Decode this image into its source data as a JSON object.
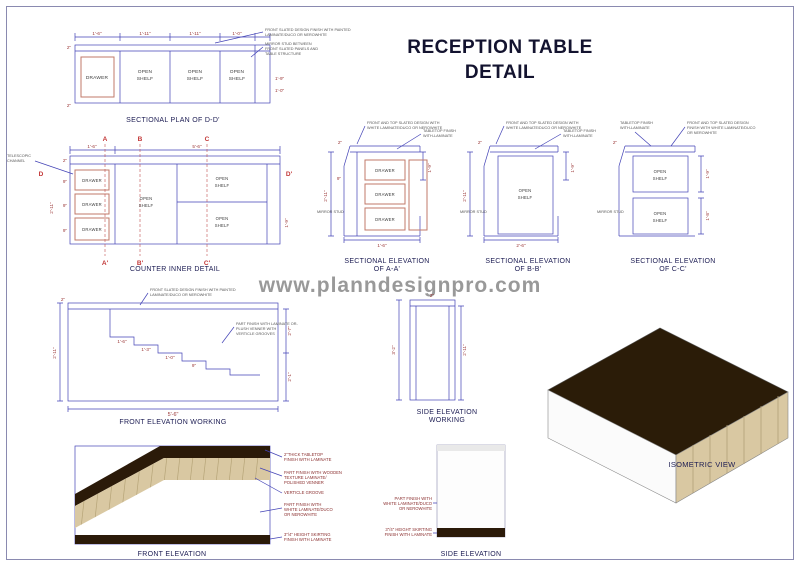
{
  "title": {
    "line1": "RECEPTION TABLE",
    "line2": "DETAIL"
  },
  "watermark": "www.planndesignpro.com",
  "colors": {
    "line_blue": "#4343b6",
    "accent_red": "#c07a6a",
    "dim_red": "#9a3535",
    "brown_dark": "#2b1a09",
    "tan": "#d9c8a2"
  },
  "terms": {
    "drawer": "DRAWER",
    "open": "OPEN",
    "shelf": "SHELF"
  },
  "panel_labels": {
    "plan": "SECTIONAL PLAN OF D-D'",
    "counter": "COUNTER INNER DETAIL",
    "sectional_elevation": "SECTIONAL ELEVATION",
    "of_aa": "OF A-A'",
    "of_bb": "OF B-B'",
    "of_cc": "OF C-C'",
    "few": "FRONT ELEVATION WORKING",
    "side_elevation": "SIDE ELEVATION",
    "working": "WORKING",
    "front_elevation": "FRONT ELEVATION",
    "iso": "ISOMETRIC VIEW"
  },
  "markers": {
    "a": "A",
    "b": "B",
    "c": "C",
    "a1": "A'",
    "b1": "B'",
    "c1": "C'",
    "d": "D",
    "d1": "D'"
  },
  "notes": {
    "front_slated_1": "FRONT SLATED DESIGN FINISH WITH PAINTED",
    "front_slated_2": "LAMINATE/DUCO OR NEROWHITE",
    "mirror_stud_1": "MIRROR STUD BETWEEN",
    "mirror_stud_2": "FRONT SLATED PANELS AND",
    "mirror_stud_3": "TABLE STRUCTURE",
    "telescopic_1": "TELESCOPIC",
    "telescopic_2": "CHANNEL",
    "front_top_1": "FRONT AND TOP SLATED DESIGN WITH",
    "front_top_2": "WHITE LAMINATE/DUCO OR NEROWHITE",
    "front_top_f1": "FRONT AND TOP SLATED DESIGN",
    "front_top_f2": "FINISH WITH WHITE LAMINATE/DUCO",
    "front_top_f3": "OR NEROWHITE",
    "tabletop_1": "TABLETOP FINISH",
    "tabletop_2": "WITH-LAMINATE",
    "mirror_short": "MIRROR STUD",
    "part_laminate_1": "PART FINISH WITH LAMINATE OR-",
    "part_laminate_2": "PLUSH VENNER WITH",
    "part_laminate_3": "VERTICLE GROOVES"
  },
  "callouts": {
    "tabletop_1": "2\"THICK TABLETOP",
    "tabletop_2": "FINISH WITH LAMINATE",
    "wood_1": "PART FINISH WITH WOODEN",
    "wood_2": "TEXTURE LAMINATE/",
    "wood_3": "POLISHED VENNER",
    "groove": "VERTICLE GROOVE",
    "white_1": "PART FINISH WITH",
    "white_2": "WHITE LAMINATE/DUCO",
    "white_3": "OR NEROWHITE",
    "skirt_1": "3\"/4\" HEIGHT SKIRTING",
    "skirt_2": "FINISH WITH LAMINATE"
  },
  "dims": {
    "plan": {
      "t1": "1'-6\"",
      "t2": "1'-11\"",
      "t3": "1'-11\"",
      "t4": "1'-0\"",
      "r1": "1'-9\"",
      "r2": "1'-0\"",
      "s1": "2\"",
      "s2": "2\""
    },
    "counter": {
      "t1": "1'-6\"",
      "t2": "5'-6\"",
      "l1": "2\"",
      "l2": "9\"",
      "l3": "9\"",
      "l4": "9\"",
      "h1": "2'-11\"",
      "r1": "1'-9\""
    },
    "aa": {
      "t": "2\"",
      "r": "1'-9\"",
      "l": "2'-11\"",
      "b": "1'-6\"",
      "s": "9\""
    },
    "bb": {
      "t": "2\"",
      "r": "1'-9\"",
      "l": "2'-11\"",
      "b": "2'-6\""
    },
    "cc": {
      "t": "2\"",
      "s1": "1'-9\"",
      "s2": "1'-8\""
    },
    "few": {
      "t": "2\"",
      "l": "2'-11\"",
      "b": "5'-6\"",
      "s1": "1'-6\"",
      "s2": "1'-3\"",
      "s3": "1'-0\"",
      "s4": "9\"",
      "r1": "2'-7\"",
      "r2": "2'-1\""
    },
    "sew": {
      "t": "2\"",
      "l": "3'-2\"",
      "r": "2'-11\""
    }
  }
}
